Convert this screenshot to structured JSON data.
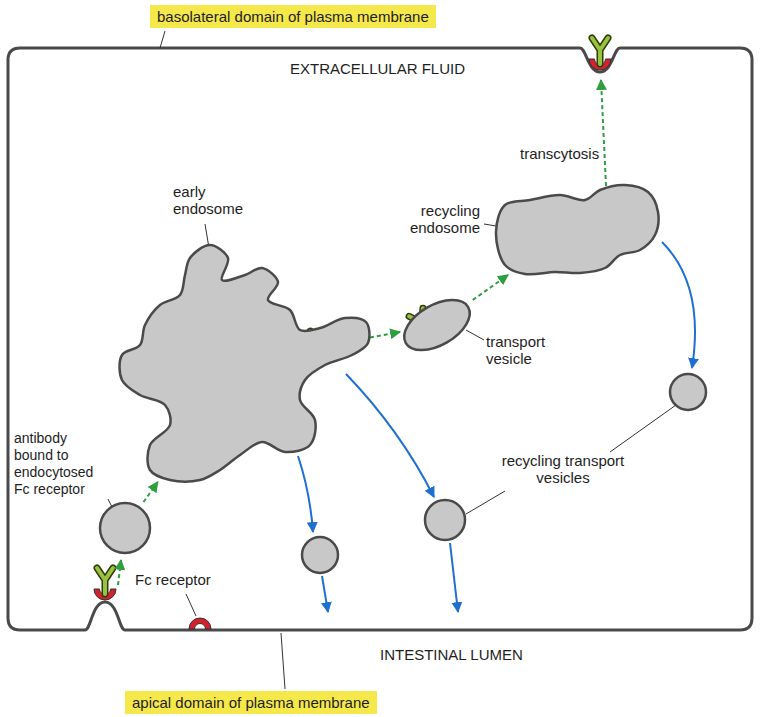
{
  "diagram": {
    "nodes": [
      {
        "text": [
          "antibody bound to endocytosed Fc receptor"
        ]
      },
      {
        "text": [
          "early endosome"
        ]
      },
      {
        "text": [
          "transport vesicle"
        ]
      },
      {
        "text": [
          "recycling endosome"
        ]
      }
    ],
    "edges": [
      {
        "from": 0,
        "to": 1,
        "arrow": "to"
      },
      {
        "from": 1,
        "to": 2,
        "arrow": "to"
      },
      {
        "from": 2,
        "to": 3,
        "arrow": "to"
      }
    ],
    "labels": [
      "basolateral domain of plasma membrane",
      "EXTRACELLULAR FLUID",
      "transcytosis",
      "recycling transport vesicles",
      "Fc receptor",
      "INTESTINAL LUMEN",
      "apical domain of plasma membrane"
    ]
  }
}
